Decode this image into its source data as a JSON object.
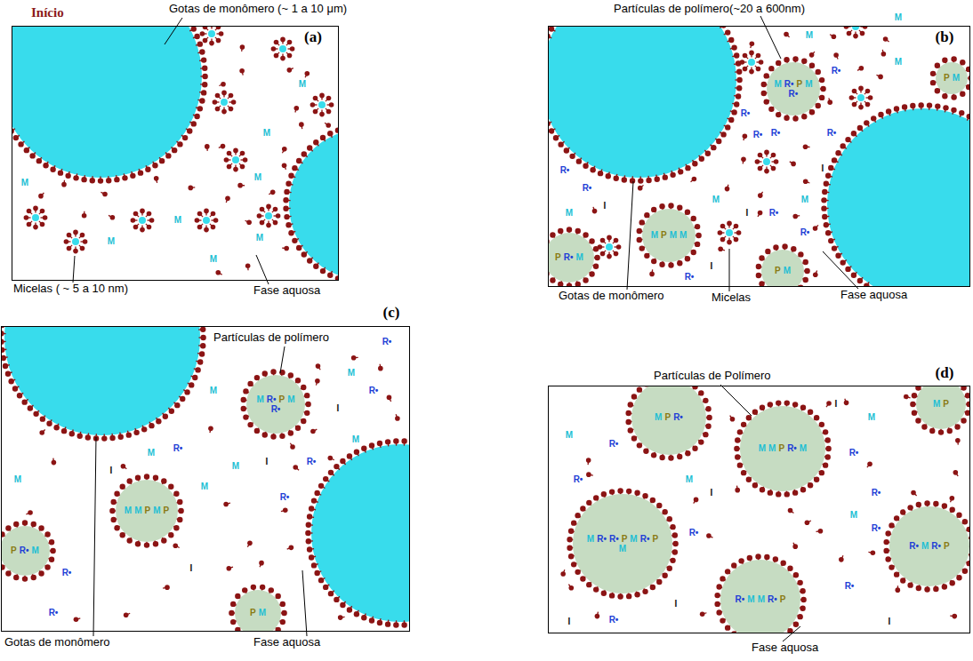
{
  "diagram": {
    "nodes": [
      {
        "text": [
          "(a)"
        ]
      },
      {
        "text": [
          "(b)"
        ]
      },
      {
        "text": [
          "(c)"
        ]
      },
      {
        "text": [
          "(d)"
        ]
      },
      {
        "text": [
          "M",
          "R•",
          "P",
          "M",
          "R•"
        ],
        "in": 1
      },
      {
        "text": [
          "M",
          "P",
          "M",
          "M"
        ],
        "in": 1
      },
      {
        "text": [
          "P",
          "R•",
          "M"
        ],
        "in": 1
      },
      {
        "text": [
          "P",
          "M"
        ],
        "in": 1
      },
      {
        "text": [
          "P",
          "M"
        ],
        "in": 1
      },
      {
        "text": [
          "M",
          "R•",
          "P",
          "M",
          "R•"
        ],
        "in": 2
      },
      {
        "text": [
          "M",
          "M",
          "P",
          "M",
          "P"
        ],
        "in": 2
      },
      {
        "text": [
          "P",
          "R•",
          "M"
        ],
        "in": 2
      },
      {
        "text": [
          "P",
          "M"
        ],
        "in": 2
      },
      {
        "text": [
          "M",
          "P",
          "R•"
        ],
        "in": 3
      },
      {
        "text": [
          "M",
          "M",
          "P",
          "R•",
          "M"
        ],
        "in": 3
      },
      {
        "text": [
          "M",
          "R•",
          "R•",
          "P",
          "M",
          "R•",
          "P",
          "M"
        ],
        "in": 3
      },
      {
        "text": [
          "R•",
          "M",
          "M",
          "R•",
          "P"
        ],
        "in": 3
      },
      {
        "text": [
          "R•",
          "M",
          "R•",
          "P"
        ],
        "in": 3
      },
      {
        "text": [
          "M",
          "P"
        ],
        "in": 3
      }
    ],
    "labels": [
      "Início",
      "Gotas de monômero (~ 1 a 10 μm)",
      "Micelas ( ~ 5 a 10 nm)",
      "Fase aquosa",
      "M",
      "M",
      "M",
      "M",
      "M",
      "M",
      "M",
      "M",
      "Partículas de polímero(~20 a 600nm)",
      "Gotas de monômero",
      "Micelas",
      "Fase aquosa",
      "M",
      "M",
      "M",
      "M",
      "M",
      "M",
      "R•",
      "R•",
      "R•",
      "R•",
      "R•",
      "R•",
      "R•",
      "R•",
      "R•",
      "R•",
      "I",
      "I",
      "I",
      "I",
      "Partículas de polímero",
      "Gotas de monômero",
      "Fase aquosa",
      "M",
      "M",
      "M",
      "M",
      "M",
      "M",
      "M",
      "R•",
      "R•",
      "R•",
      "R•",
      "R•",
      "R•",
      "R•",
      "I",
      "I",
      "I",
      "I",
      "Partículas de Polímero",
      "Fase aquosa",
      "M",
      "M",
      "M",
      "M",
      "R•",
      "R•",
      "R•",
      "R•",
      "R•",
      "R•",
      "R•",
      "R•",
      "I",
      "I",
      "I",
      "I",
      "I"
    ]
  }
}
